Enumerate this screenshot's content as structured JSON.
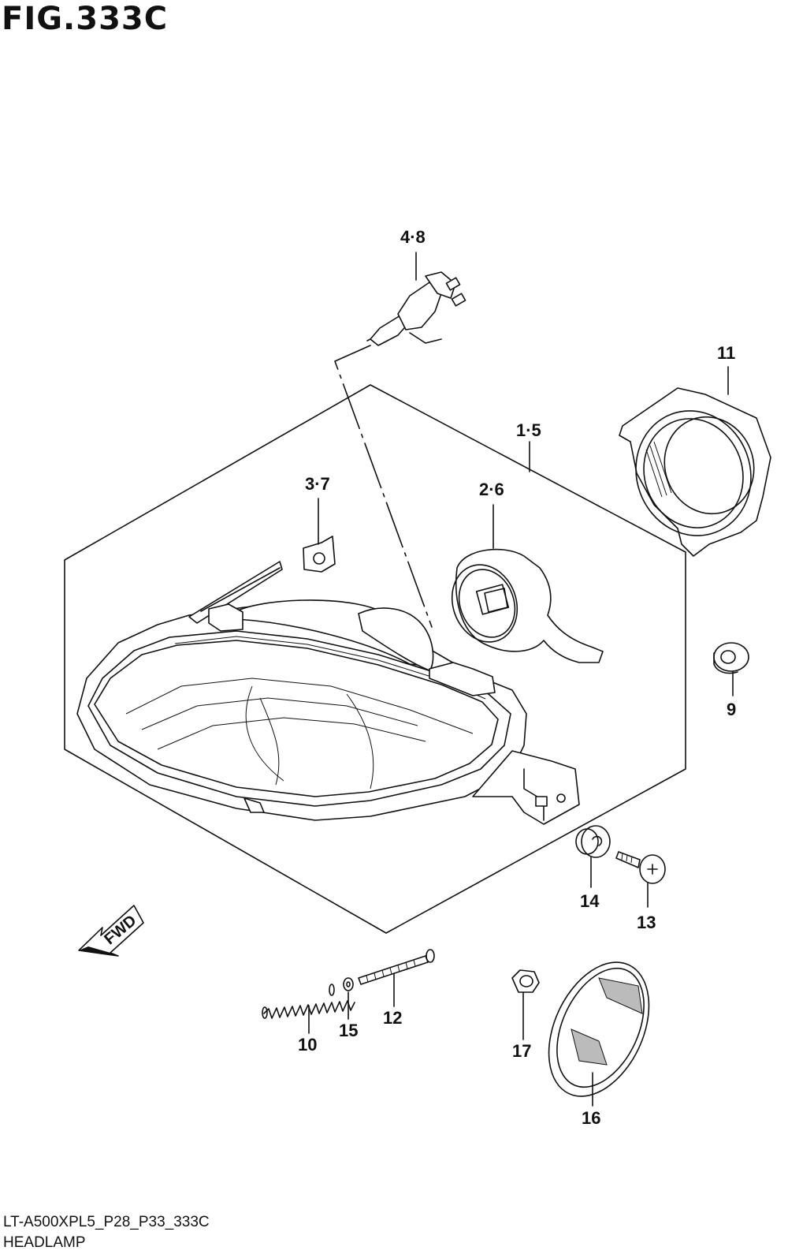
{
  "figure": {
    "title": "FIG.333C",
    "code": "LT-A500XPL5_P28_P33_333C",
    "name": "HEADLAMP"
  },
  "arrow": {
    "label": "FWD"
  },
  "callouts": {
    "c48": "4·8",
    "c11": "11",
    "c15b": "1·5",
    "c37": "3·7",
    "c26": "2·6",
    "c9": "9",
    "c14": "14",
    "c13": "13",
    "c10": "10",
    "c15": "15",
    "c12": "12",
    "c17": "17",
    "c16": "16"
  }
}
